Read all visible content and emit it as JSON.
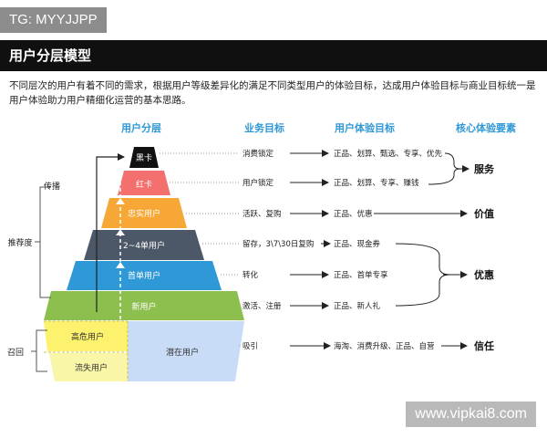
{
  "watermark_top": "TG: MYYJJPP",
  "title": "用户分层模型",
  "intro": "不同层次的用户有着不同的需求，根据用户等级差异化的满足不同类型用户的体验目标，达成用户体验目标与商业目标统一是用户体验助力用户精细化运营的基本思路。",
  "headers": {
    "layers": "用户分层",
    "business": "业务目标",
    "ux": "用户体验目标",
    "core": "核心体验要素"
  },
  "left_labels": {
    "spread": "传播",
    "recommend": "推荐度",
    "recall": "召回"
  },
  "layers": [
    {
      "label": "黑卡",
      "color": "#111111",
      "business": "消费锁定",
      "ux": "正品、划算、甄选、专享、优先"
    },
    {
      "label": "红卡",
      "color": "#f4706f",
      "business": "用户锁定",
      "ux": "正品、划算、专享、赚钱"
    },
    {
      "label": "忠实用户",
      "color": "#f6a735",
      "business": "活跃、复购",
      "ux": "正品、优惠"
    },
    {
      "label": "2~4单用户",
      "color": "#4c5767",
      "business": "留存，3\\7\\30日复购",
      "ux": "正品、现金券"
    },
    {
      "label": "首单用户",
      "color": "#2f98d6",
      "business": "转化",
      "ux": "正品、首单专享"
    },
    {
      "label": "新用户",
      "color": "#8dbf4e",
      "business": "激活、注册",
      "ux": "正品、新人礼"
    }
  ],
  "base": {
    "high_risk": {
      "label": "高危用户",
      "color": "#fdf26e"
    },
    "lost": {
      "label": "流失用户",
      "color": "#f9f6a8"
    },
    "potential": {
      "label": "潜在用户",
      "color": "#c9dcf7"
    },
    "business": "吸引",
    "ux": "海淘、消费升级、正品、自营"
  },
  "core": {
    "service": "服务",
    "value": "价值",
    "discount": "优惠",
    "trust": "信任"
  },
  "colors": {
    "header": "#2f98d6",
    "arrow": "#222222"
  },
  "watermark_bottom": "www.vipkai8.com"
}
